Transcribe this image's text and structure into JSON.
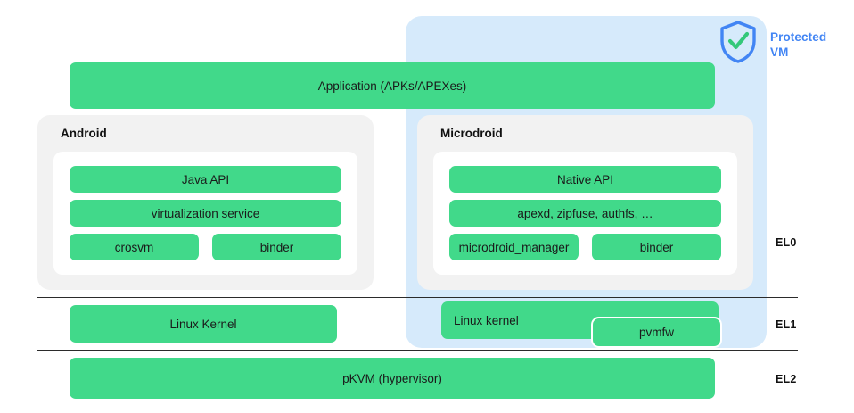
{
  "diagram": {
    "title": "Android pKVM / Protected VM architecture",
    "colors": {
      "green_block": "#41D98A",
      "protected_vm_panel": "#D6EAFB",
      "os_panel_gray": "#F2F2F2",
      "accent_blue": "#4285F4",
      "divider": "#2b2b2b",
      "text": "#1a1a1a"
    }
  },
  "protected_vm": {
    "label": "Protected\nVM",
    "label_line1": "Protected",
    "label_line2": "VM",
    "icon": "shield-check-icon"
  },
  "application": {
    "label": "Application (APKs/APEXes)"
  },
  "android": {
    "title": "Android",
    "rows": [
      {
        "blocks": [
          {
            "label": "Java API",
            "width": "full"
          }
        ]
      },
      {
        "blocks": [
          {
            "label": "virtualization service",
            "width": "full"
          }
        ]
      },
      {
        "blocks": [
          {
            "label": "crosvm",
            "width": "half-left"
          },
          {
            "label": "binder",
            "width": "half-right"
          }
        ]
      }
    ]
  },
  "microdroid": {
    "title": "Microdroid",
    "rows": [
      {
        "blocks": [
          {
            "label": "Native API",
            "width": "full"
          }
        ]
      },
      {
        "blocks": [
          {
            "label": "apexd, zipfuse, authfs, …",
            "width": "full"
          }
        ]
      },
      {
        "blocks": [
          {
            "label": "microdroid_manager",
            "width": "half-left"
          },
          {
            "label": "binder",
            "width": "half-right"
          }
        ]
      }
    ]
  },
  "kernels": {
    "android_kernel": "Linux Kernel",
    "microdroid_kernel": "Linux kernel",
    "pvmfw": "pvmfw"
  },
  "hypervisor": {
    "label": "pKVM (hypervisor)"
  },
  "exception_levels": {
    "el0": "EL0",
    "el1": "EL1",
    "el2": "EL2"
  }
}
